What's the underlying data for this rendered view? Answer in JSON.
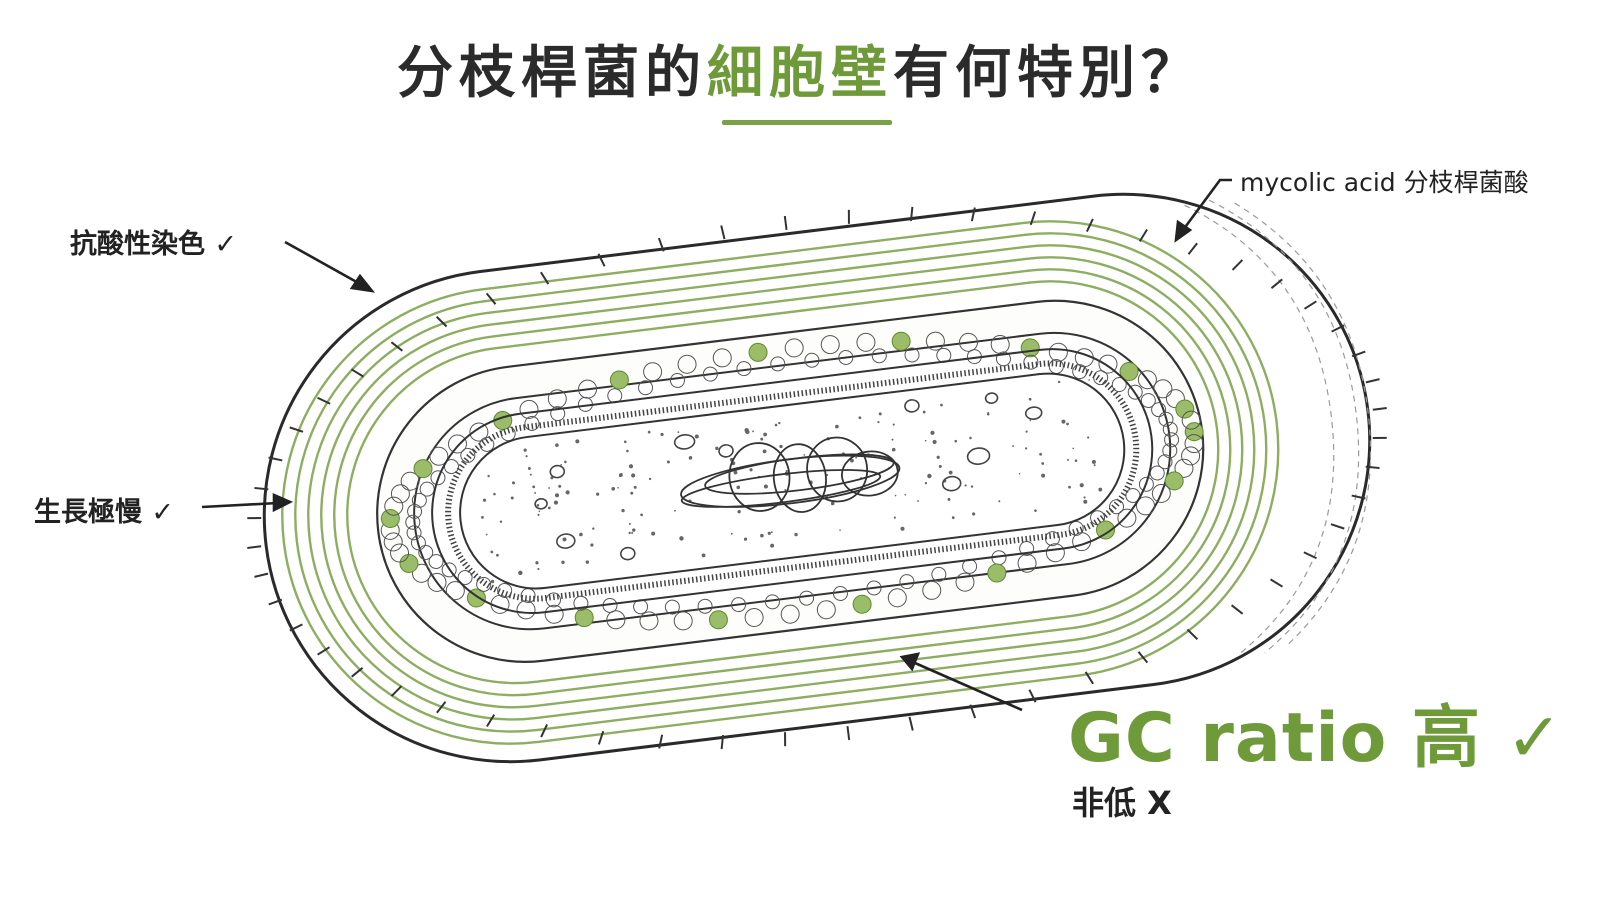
{
  "title": {
    "prefix": "分枝桿菌的",
    "highlight": "細胞壁",
    "suffix": "有何特別？"
  },
  "labels": {
    "acid_fast": "抗酸性染色 ✓",
    "slow_growth": "生長極慢 ✓",
    "mycolic": "mycolic acid 分枝桿菌酸",
    "gc_ratio": "GC ratio 高 ✓",
    "not_low": "非低  X"
  },
  "colors": {
    "accent_green": "#6f9a3a",
    "wall_green": "#7aa146",
    "ink": "#2b2b2b"
  }
}
